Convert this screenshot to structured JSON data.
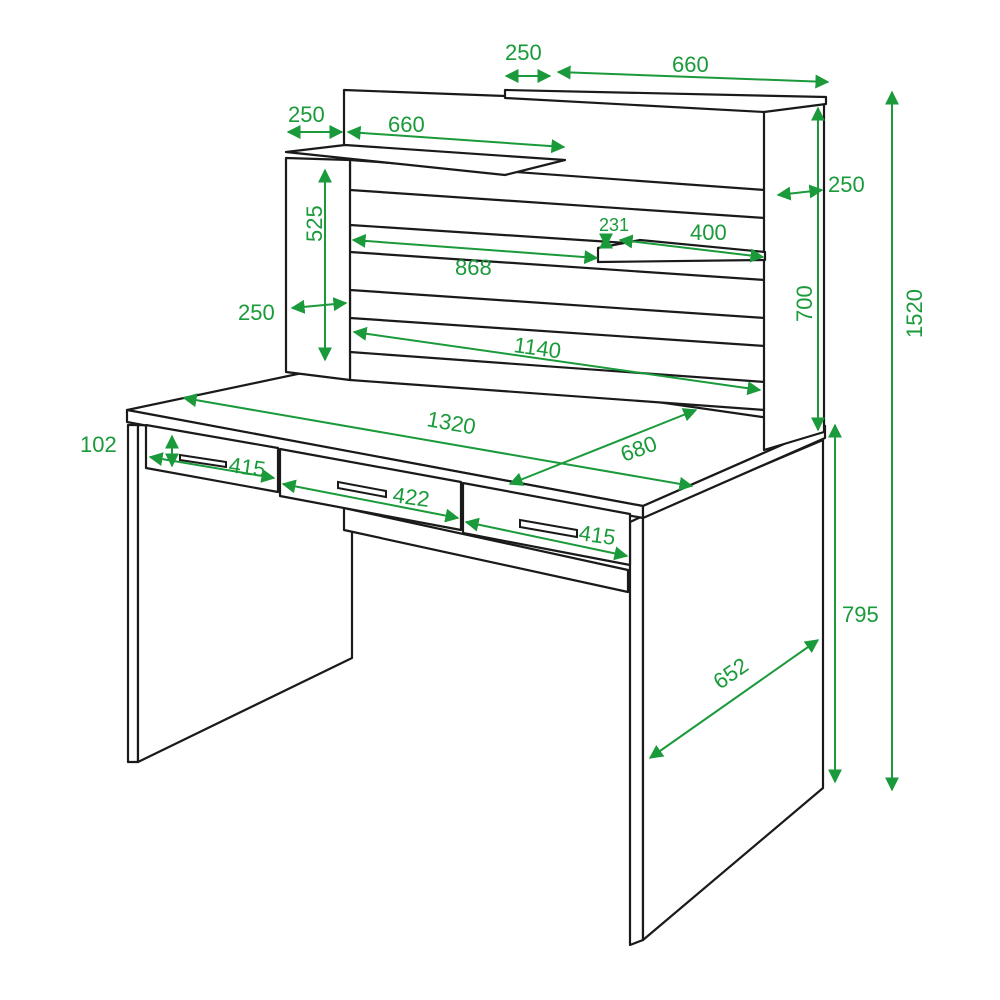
{
  "diagram": {
    "accent_color": "#1a9a3a",
    "line_color": "#1a1a1a",
    "dimensions": {
      "top_shelf_depth": "250",
      "top_shelf_width": "660",
      "left_shelf_depth": "250",
      "left_shelf_width": "660",
      "right_side_depth": "250",
      "left_upper_height": "525",
      "mid_shelf_gap": "231",
      "small_shelf_width": "400",
      "inner_shelf_width": "868",
      "left_lower_depth": "250",
      "hutch_height": "700",
      "total_height": "1520",
      "back_panel_width": "1140",
      "desk_width": "1320",
      "desk_depth": "680",
      "drawer_height": "102",
      "drawer_left_width": "415",
      "drawer_mid_width": "422",
      "drawer_right_width": "415",
      "desk_height": "795",
      "leg_depth": "652"
    }
  }
}
